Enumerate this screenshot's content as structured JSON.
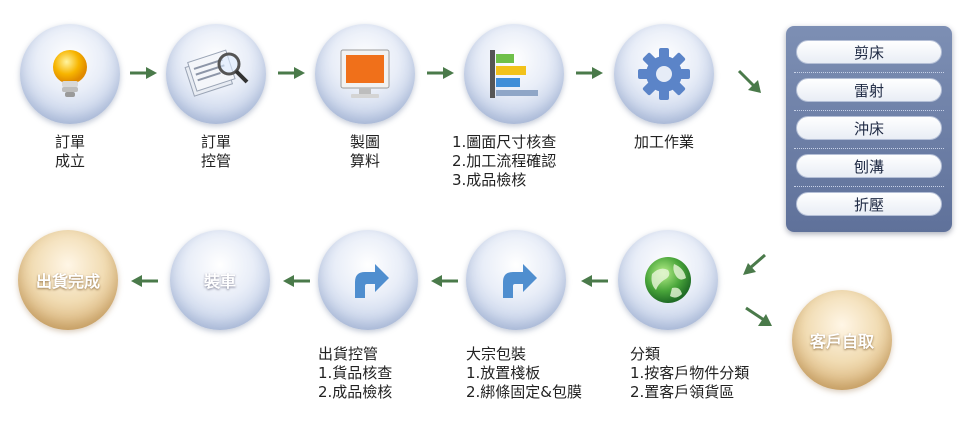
{
  "top_row": [
    {
      "icon": "lightbulb-icon",
      "lines": [
        "訂單",
        "成立"
      ]
    },
    {
      "icon": "documents-magnifier-icon",
      "lines": [
        "訂單",
        "控管"
      ]
    },
    {
      "icon": "monitor-icon",
      "lines": [
        "製圖",
        "算料"
      ]
    },
    {
      "icon": "bar-chart-icon",
      "lines": [
        "1.圖面尺寸核查",
        "2.加工流程確認",
        "3.成品檢核"
      ]
    },
    {
      "icon": "gear-icon",
      "lines": [
        "加工作業"
      ]
    }
  ],
  "machine_panel": {
    "items": [
      "剪床",
      "雷射",
      "沖床",
      "刨溝",
      "折壓"
    ]
  },
  "bottom_row": [
    {
      "node_text": "出貨完成",
      "lines": []
    },
    {
      "node_text": "裝車",
      "lines": []
    },
    {
      "icon": "redo-arrow-icon",
      "lines": [
        "出貨控管",
        "1.貨品核查",
        "2.成品檢核"
      ]
    },
    {
      "icon": "redo-arrow-icon",
      "lines": [
        "大宗包裝",
        "1.放置棧板",
        "2.綁條固定&包膜"
      ]
    },
    {
      "icon": "globe-icon",
      "lines": [
        "分類",
        "1.按客戶物件分類",
        "2.置客戶領貨區"
      ]
    }
  ],
  "self_pickup": {
    "node_text": "客戶自取"
  },
  "colors": {
    "arrow": "#4a7a4a",
    "node_blue": "#c7d3ea",
    "node_gold": "#d9b37a",
    "panel": "#6b7da5"
  }
}
